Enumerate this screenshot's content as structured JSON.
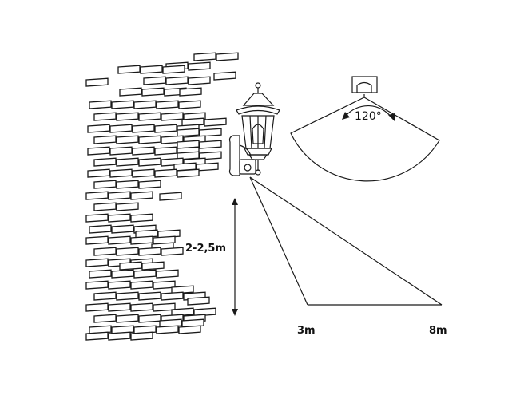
{
  "labels": {
    "mount_height": "2-2,5m",
    "near_distance": "3m",
    "far_distance": "8m",
    "detection_angle": "120°"
  },
  "icons": {
    "lamp": "wall-lantern-icon",
    "sensor": "pir-sensor-icon",
    "wall": "brick-wall-icon"
  }
}
